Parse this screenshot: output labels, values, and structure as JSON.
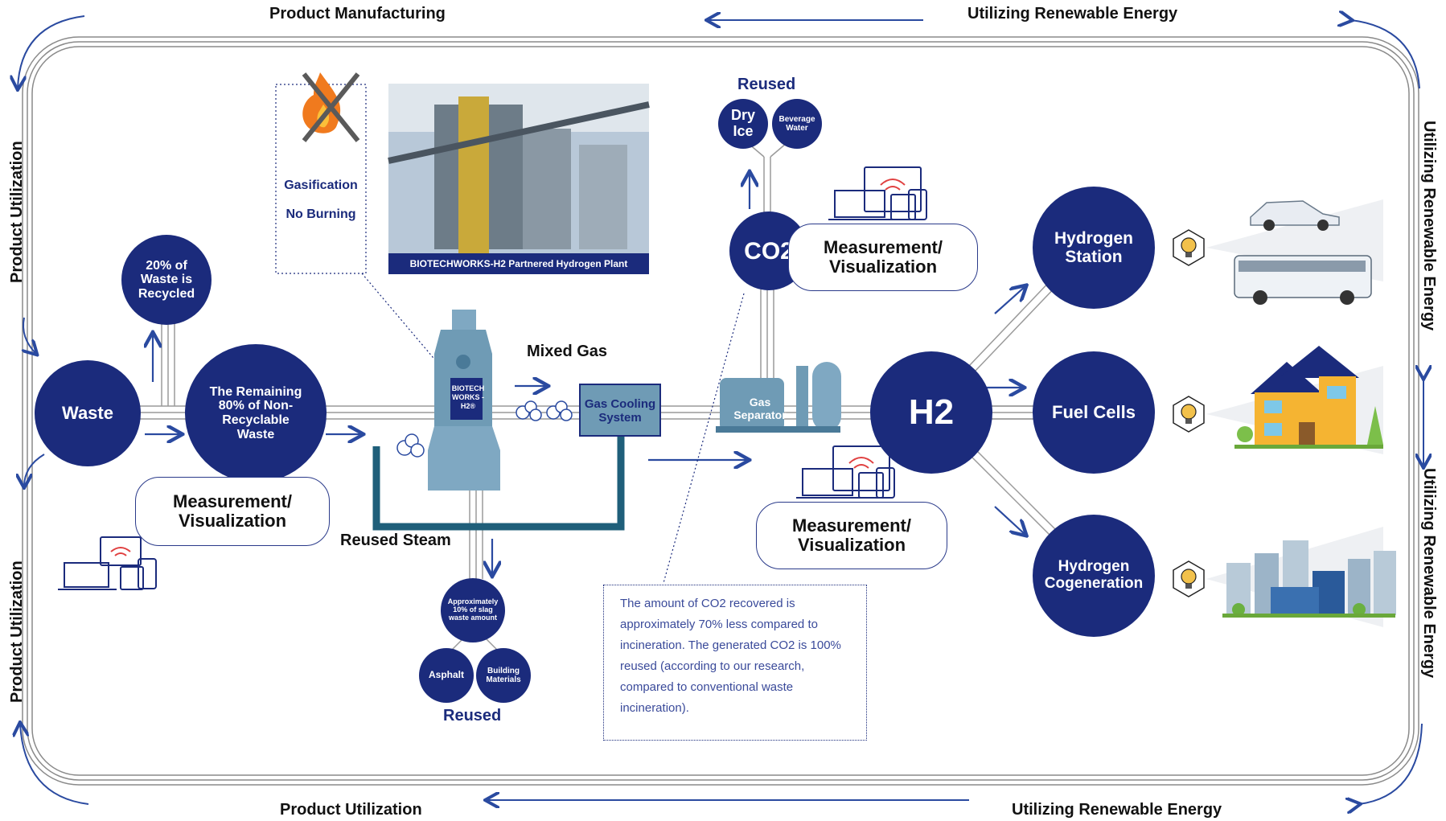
{
  "border_labels": {
    "top_left": "Product Manufacturing",
    "top_right": "Utilizing Renewable Energy",
    "bottom_left": "Product Utilization",
    "bottom_right": "Utilizing Renewable Energy",
    "left_top": "Product Utilization",
    "left_bottom": "Product Utilization",
    "right_top": "Utilizing Renewable Energy",
    "right_bottom": "Utilizing Renewable Energy"
  },
  "nodes": {
    "waste": "Waste",
    "recycled": "20% of Waste is Recycled",
    "remaining": "The Remaining 80% of Non-Recyclable Waste",
    "slag": "Approximately 10% of slag waste amount",
    "asphalt": "Asphalt",
    "building": "Building Materials",
    "co2": "CO2",
    "dry_ice": "Dry Ice",
    "beverage": "Beverage Water",
    "h2": "H2",
    "hydrogen_station": "Hydrogen Station",
    "fuel_cells": "Fuel Cells",
    "cogeneration": "Hydrogen Cogeneration"
  },
  "equipment": {
    "reactor_badge": "BIOTECH WORKS -H2®",
    "gas_cooling": "Gas Cooling System",
    "gas_separator": "Gas Separator"
  },
  "labels": {
    "mixed_gas": "Mixed Gas",
    "reused_steam": "Reused Steam",
    "reused_top": "Reused",
    "reused_bottom": "Reused",
    "gasification": "Gasification",
    "no_burning": "No Burning",
    "plant_caption": "BIOTECHWORKS-H2 Partnered Hydrogen Plant"
  },
  "measurement": {
    "left": "Measurement/ Visualization",
    "center_top": "Measurement/ Visualization",
    "center_bottom": "Measurement/ Visualization"
  },
  "note": "The amount of CO2 recovered is approximately 70% less compared to incineration. The generated CO2 is 100% reused (according to our research, compared to conventional waste incineration).",
  "colors": {
    "navy": "#1b2b7c",
    "steam_pipe": "#1f5f7a",
    "equipment": "#6f9bb5"
  }
}
